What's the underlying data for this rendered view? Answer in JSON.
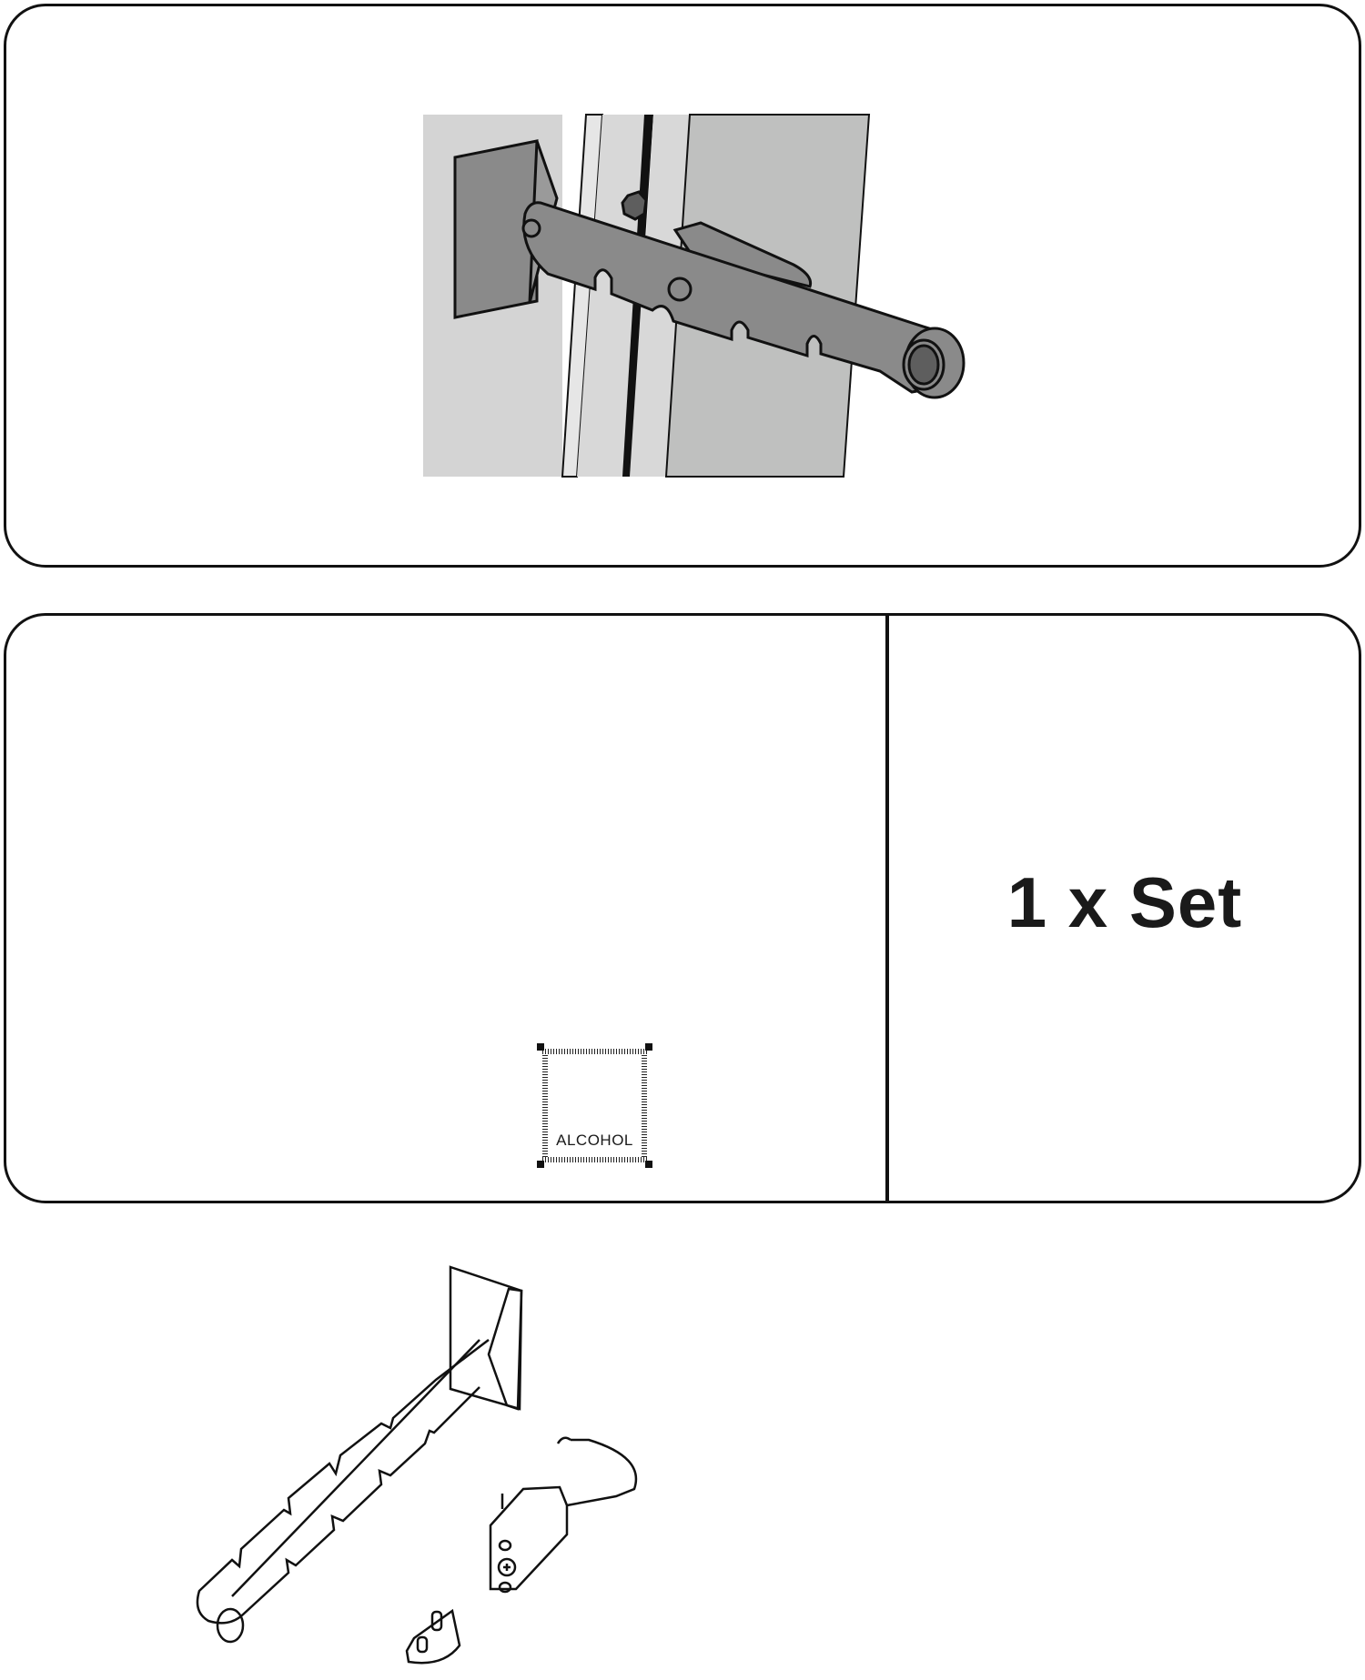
{
  "top_panel": {
    "illustration": "window-stay-installed-on-window-frame"
  },
  "bottom_panel": {
    "parts_illustration": "window-stay-arm, locking-pin-block, end-cap",
    "wipe_label": "ALCOHOL",
    "quantity_text": "1 x Set"
  },
  "colors": {
    "outline": "#111111",
    "wall_light": "#d4d4d4",
    "frame_gray": "#bfc0bf",
    "part_gray": "#8a8a8a",
    "part_dark": "#5e5e5e"
  }
}
